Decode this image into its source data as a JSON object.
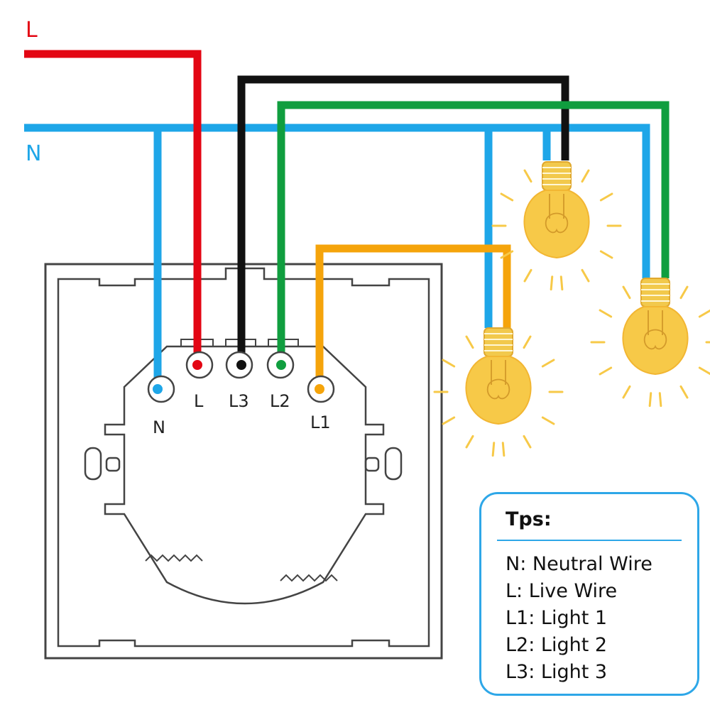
{
  "wires": {
    "live_label": "L",
    "neutral_label": "N",
    "colors": {
      "live": "#e30613",
      "neutral": "#1ea6e8",
      "l3": "#111111",
      "l2": "#109e3f",
      "l1": "#f5a40b"
    }
  },
  "terminals": {
    "n": "N",
    "l": "L",
    "l3": "L3",
    "l2": "L2",
    "l1": "L1"
  },
  "bulbs": {
    "color": "#f7c948",
    "ray_color": "#f7c948"
  },
  "tips": {
    "title": "Tps:",
    "items": [
      "N: Neutral Wire",
      "L: Live Wire",
      "L1: Light 1",
      "L2: Light 2",
      "L3: Light 3"
    ]
  }
}
